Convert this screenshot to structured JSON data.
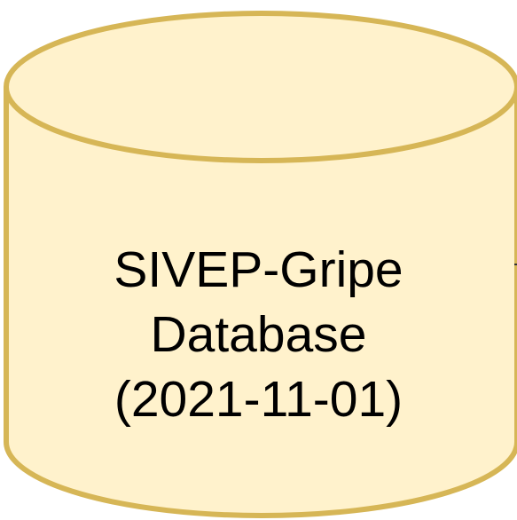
{
  "diagram": {
    "node": {
      "shape": "cylinder",
      "fill": "#fff2cc",
      "stroke": "#d6b656",
      "label_lines": [
        "SIVEP-Gripe",
        "Database",
        "(2021-11-01)"
      ]
    }
  }
}
